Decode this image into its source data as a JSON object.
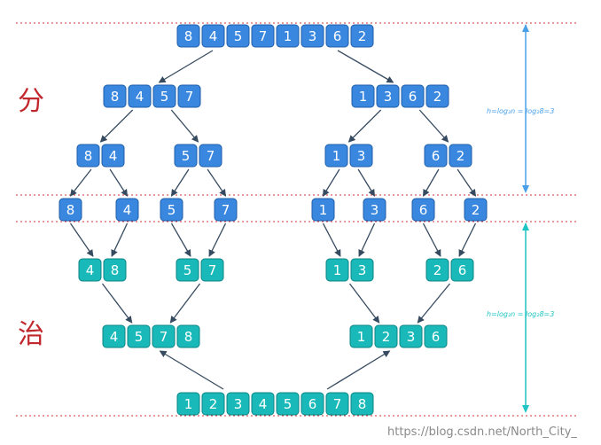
{
  "phases": {
    "divide_label": "分",
    "conquer_label": "治"
  },
  "colors": {
    "divide_cell": "#3a87e0",
    "divide_cell_border": "#1f5fa8",
    "conquer_cell": "#19b9b9",
    "conquer_cell_border": "#0f8585",
    "guide_line": "#d2333a",
    "arrow": "#374b60",
    "divide_height": "#4aa0e8",
    "conquer_height": "#1fc4c4"
  },
  "divide_height_label": "h=log₂n = log₂8=3",
  "conquer_height_label": "h=log₂n = log₂8=3",
  "watermark": "https://blog.csdn.net/North_City_",
  "divide_levels": [
    [
      [
        "8",
        "4",
        "5",
        "7",
        "1",
        "3",
        "6",
        "2"
      ]
    ],
    [
      [
        "8",
        "4",
        "5",
        "7"
      ],
      [
        "1",
        "3",
        "6",
        "2"
      ]
    ],
    [
      [
        "8",
        "4"
      ],
      [
        "5",
        "7"
      ],
      [
        "1",
        "3"
      ],
      [
        "6",
        "2"
      ]
    ],
    [
      [
        "8"
      ],
      [
        "4"
      ],
      [
        "5"
      ],
      [
        "7"
      ],
      [
        "1"
      ],
      [
        "3"
      ],
      [
        "6"
      ],
      [
        "2"
      ]
    ]
  ],
  "conquer_levels": [
    [
      [
        "4",
        "8"
      ],
      [
        "5",
        "7"
      ],
      [
        "1",
        "3"
      ],
      [
        "2",
        "6"
      ]
    ],
    [
      [
        "4",
        "5",
        "7",
        "8"
      ],
      [
        "1",
        "2",
        "3",
        "6"
      ]
    ],
    [
      [
        "1",
        "2",
        "3",
        "4",
        "5",
        "6",
        "7",
        "8"
      ]
    ]
  ]
}
